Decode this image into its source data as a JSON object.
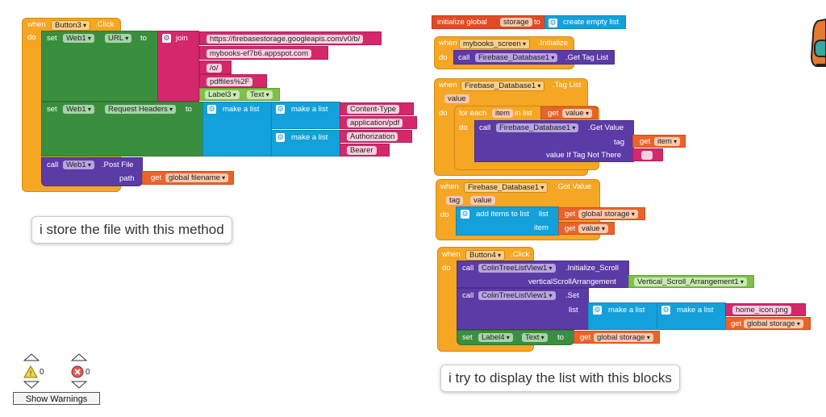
{
  "blocks": {
    "button3_click": {
      "when": "when",
      "component": "Button3",
      "event": ".Click",
      "do": "do",
      "set_web1_url": {
        "set": "set",
        "comp": "Web1",
        "prop": "URL",
        "to": "to",
        "join": "join"
      },
      "url_parts": [
        "https://firebasestorage.googleapis.com/v0/b/",
        "mybooks-ef7b6.appspot.com",
        "/o/",
        "pdffiles%2F"
      ],
      "label3_text": {
        "comp": "Label3",
        "prop": "Text"
      },
      "set_headers": {
        "set": "set",
        "comp": "Web1",
        "prop": "Request Headers",
        "to": "to",
        "make_list": "make a list"
      },
      "headers": [
        [
          "Content-Type",
          "application/pdf"
        ],
        [
          "Authorization",
          "Bearer"
        ]
      ],
      "post_file": {
        "call": "call",
        "comp": "Web1",
        "method": ".Post File",
        "path": "path",
        "get": "get",
        "var": "global filename"
      }
    },
    "init_global": {
      "label": "initialize global",
      "name": "storage",
      "to": "to",
      "create": "create empty list"
    },
    "mybooks_init": {
      "when": "when",
      "component": "mybooks_screen",
      "event": ".Initialize",
      "do": "do",
      "call": "call",
      "comp": "Firebase_Database1",
      "method": ".Get Tag List"
    },
    "tag_list": {
      "when": "when",
      "component": "Firebase_Database1",
      "event": ".Tag List",
      "param": "value",
      "do": "do",
      "foreach": "for each",
      "item": "item",
      "in_list": "in list",
      "get": "get",
      "get_var": "value",
      "inner_do": "do",
      "call": "call",
      "comp": "Firebase_Database1",
      "method": ".Get Value",
      "tag": "tag",
      "tag_var": "item",
      "vitnt": "value If Tag Not There"
    },
    "got_value": {
      "when": "when",
      "component": "Firebase_Database1",
      "event": ".Got Value",
      "p1": "tag",
      "p2": "value",
      "do": "do",
      "add": "add items to list",
      "list": "list",
      "get": "get",
      "list_var": "global storage",
      "item": "item",
      "item_var": "value"
    },
    "button4_click": {
      "when": "when",
      "component": "Button4",
      "event": ".Click",
      "do": "do",
      "call1": {
        "call": "call",
        "comp": "ColinTreeListView1",
        "method": ".Initialize_Scroll",
        "param": "verticalScrollArrangement",
        "arg": "Vertical_Scroll_Arrangement1"
      },
      "call2": {
        "call": "call",
        "comp": "ColinTreeListView1",
        "method": ".Set",
        "param": "list",
        "make_list": "make a list",
        "icon": "home_icon.png",
        "get": "get",
        "var": "global storage"
      },
      "set_label4": {
        "set": "set",
        "comp": "Label4",
        "prop": "Text",
        "to": "to",
        "get": "get",
        "var": "global storage"
      }
    }
  },
  "callouts": {
    "left": "i store the file with this method",
    "right": "i try to display the list with this blocks"
  },
  "warnings": {
    "warn_count": "0",
    "error_count": "0",
    "button": "Show Warnings"
  }
}
